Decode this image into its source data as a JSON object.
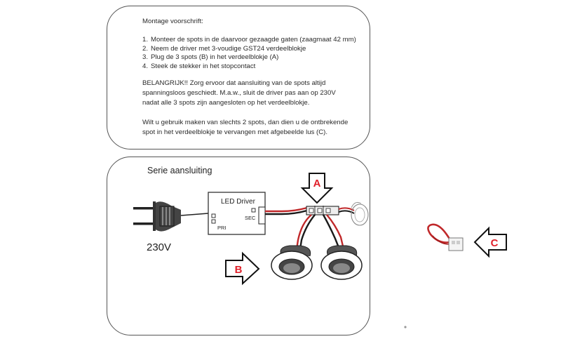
{
  "instructions": {
    "title": "Montage voorschrift:",
    "steps": [
      {
        "num": "1.",
        "text": "Monteer de spots in de daarvoor gezaagde gaten (zaagmaat 42 mm)"
      },
      {
        "num": "2.",
        "text": "Neem de driver met 3-voudige GST24 verdeelblokje"
      },
      {
        "num": "3.",
        "text": "Plug de 3 spots (B) in het verdeelblokje (A)"
      },
      {
        "num": "4.",
        "text": "Steek de stekker in het stopcontact"
      }
    ],
    "warning_lines": [
      "BELANGRIJK!! Zorg ervoor dat aansluiting van de spots altijd",
      "spanningsloos geschiedt. M.a.w., sluit de driver pas aan op 230V",
      "nadat alle 3 spots zijn aangesloten op het verdeelblokje."
    ],
    "note_lines": [
      "Wilt u gebruik maken van slechts 2 spots, dan dien u de ontbrekende",
      "spot in het verdeelblokje te vervangen met afgebeelde lus (C)."
    ]
  },
  "wiring": {
    "title": "Serie aansluiting",
    "voltage": "230V",
    "driver_label": "LED Driver",
    "driver_sec": "SEC",
    "driver_pri": "PRI"
  },
  "markers": {
    "a": "A",
    "b": "B",
    "c": "C",
    "letter_color": "#e0202a"
  },
  "colors": {
    "wire_red": "#c0282a",
    "wire_black": "#1a1a1a",
    "panel_border": "#555555"
  }
}
